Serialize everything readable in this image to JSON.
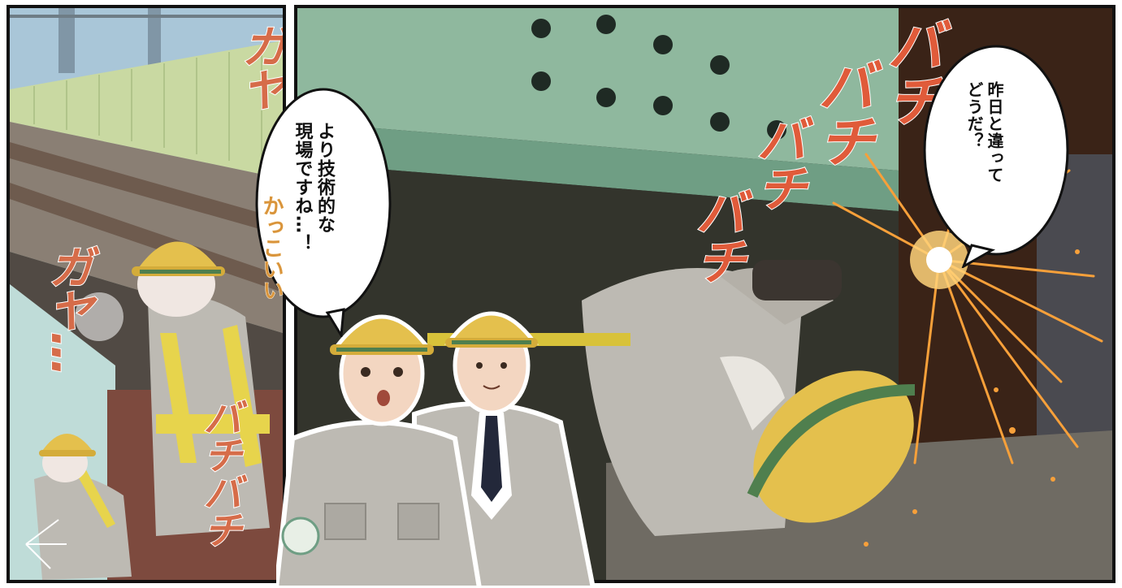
{
  "panels": {
    "left": {
      "sfx_top": "ガヤ",
      "sfx_middle": "ガヤ…",
      "sfx_bottom": "バチバチ"
    },
    "right": {
      "bubble_boss": "昨日と違って\nどうだ？",
      "sfx_sparks_1": "バチ",
      "sfx_sparks_2": "バチ",
      "sfx_sparks_3": "バチ",
      "sfx_sparks_4": "バチ"
    },
    "center": {
      "bubble_worker": "より技術的な\n現場ですね…！",
      "sfx_cool": "かっこいい"
    }
  },
  "colors": {
    "helmet_yellow": "#e4c04d",
    "uniform_gray": "#bdbab3",
    "steel_green": "#8fb89e",
    "spark_orange": "#f7a03a",
    "sfx_red": "#d66c49"
  }
}
